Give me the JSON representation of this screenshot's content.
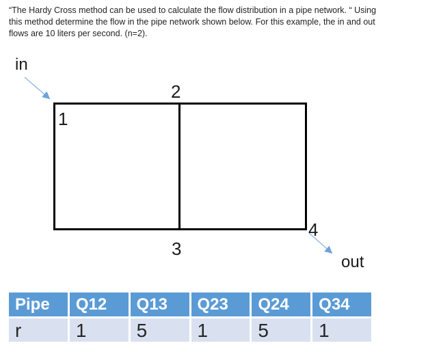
{
  "problem": {
    "lines": [
      "“The Hardy Cross method can be used to calculate the flow distribution in a pipe network. “ Using",
      "this method determine the flow in the pipe network shown below. For this example, the in and out",
      "flows are 10 liters per second. (n=2)."
    ]
  },
  "diagram": {
    "inflow_label": "in",
    "outflow_label": "out",
    "nodes": {
      "node1": "1",
      "node2": "2",
      "node3": "3",
      "node4": "4"
    },
    "colors": {
      "pipe_line": "#000000",
      "flow_arrow": "#8FB8E4",
      "flow_arrowhead": "#6FA3DB"
    }
  },
  "table": {
    "headers": [
      "Pipe",
      "Q12",
      "Q13",
      "Q23",
      "Q24",
      "Q34"
    ],
    "rows": [
      [
        "r",
        "1",
        "5",
        "1",
        "5",
        "1"
      ]
    ],
    "colors": {
      "header_bg": "#5B9BD5",
      "header_text": "#ffffff",
      "row_bg": "#D9E1F0",
      "row_text": "#262626"
    }
  }
}
